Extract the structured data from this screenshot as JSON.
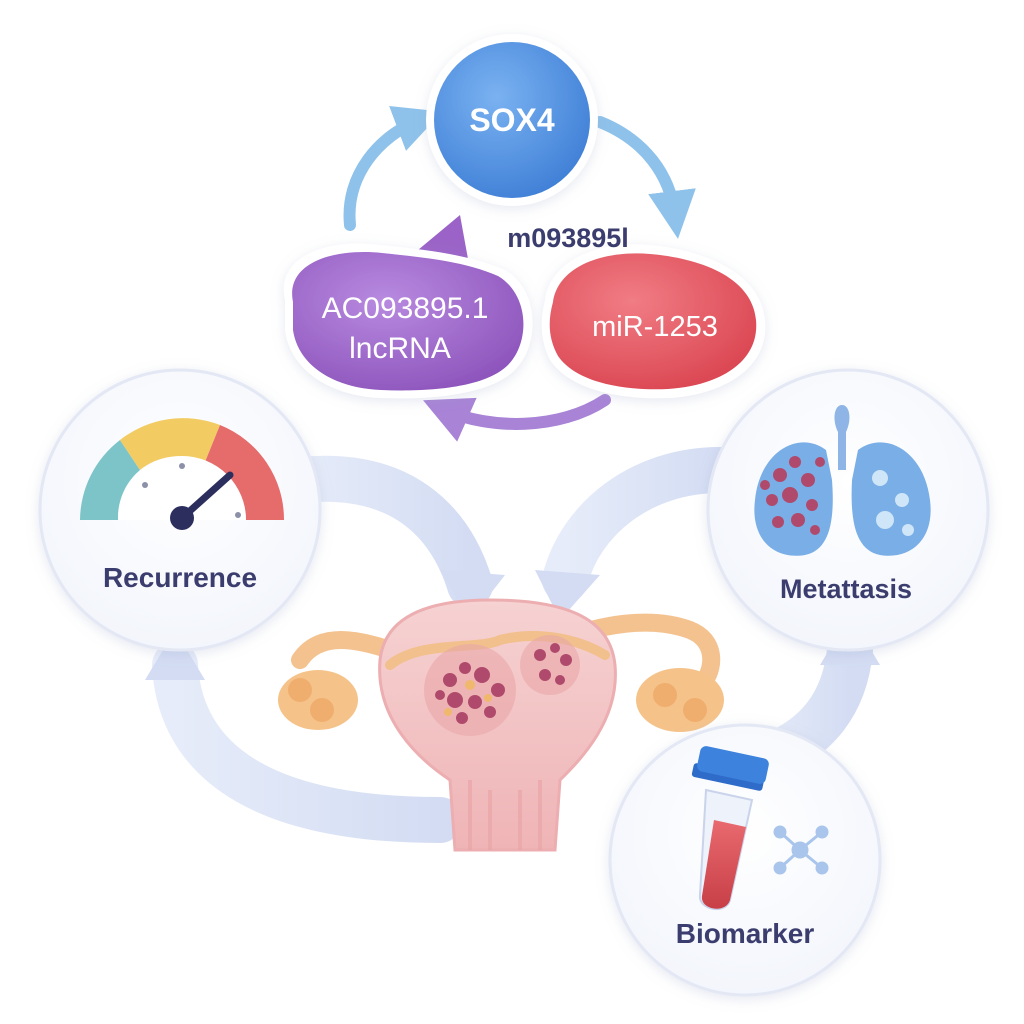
{
  "nodes": {
    "sox4": {
      "label": "SOX4",
      "color": "#4f8fe0"
    },
    "lncrna": {
      "name": "AC093895.1",
      "type": "lncRNA",
      "color": "#9b63c7"
    },
    "mirna": {
      "label": "miR-1253",
      "color": "#e4505e"
    },
    "axis_label": "m093895l"
  },
  "panels": {
    "recurrence": {
      "label": "Recurrence",
      "icon": "risk-gauge-icon"
    },
    "metastasis": {
      "label": "Metattasis",
      "icon": "lungs-icon"
    },
    "biomarker": {
      "label": "Biomarker",
      "icon": "blood-tube-icon"
    }
  },
  "colors": {
    "arrow_blue": "#8ec2ea",
    "arrow_purple": "#a883d6",
    "flow_arrow": "#dfe6f7",
    "text_dark": "#3b3d6e",
    "uterus": "#f4c6c6",
    "tumor": "#b04a6c"
  }
}
